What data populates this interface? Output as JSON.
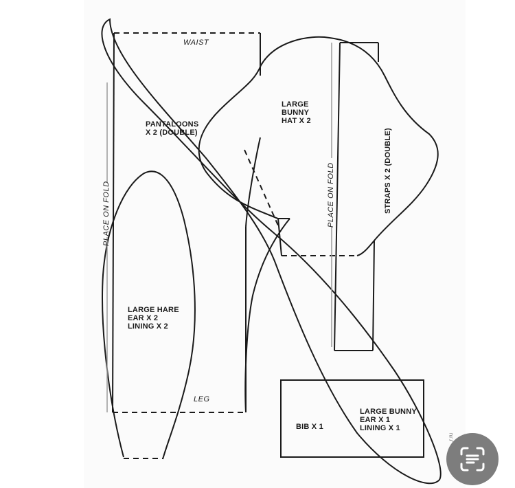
{
  "labels": {
    "waist": "WAIST",
    "leg": "LEG",
    "place_on_fold_left": "PLACE ON FOLD",
    "place_on_fold_right": "PLACE ON FOLD",
    "pantaloons_1": "PANTALOONS",
    "pantaloons_2": "X 2 (DOUBLE)",
    "bunny_hat_1": "LARGE",
    "bunny_hat_2": "BUNNY",
    "bunny_hat_3": "HAT X 2",
    "straps": "STRAPS X 2 (DOUBLE)",
    "hare_ear_1": "LARGE HARE",
    "hare_ear_2": "EAR X 2",
    "hare_ear_3": "LINING X 2",
    "bib": "BIB X 1",
    "bunny_ear_1": "LARGE BUNNY",
    "bunny_ear_2": "EAR X 1",
    "bunny_ear_3": "LINING X 1"
  },
  "watermark": "...r.ru",
  "colors": {
    "line": "#1a1a1a",
    "fold_line": "#9a9a9a",
    "lens_button": "#7d7d7d"
  },
  "icons": {
    "lens": "image-search-icon"
  }
}
